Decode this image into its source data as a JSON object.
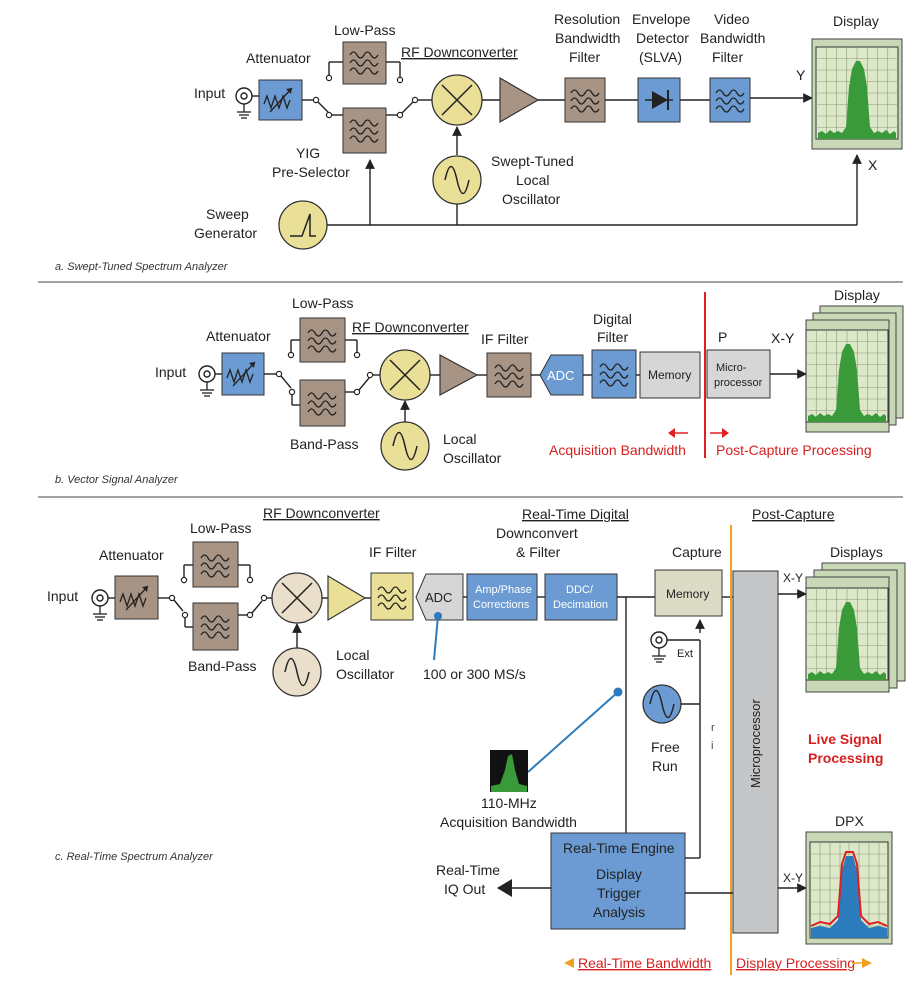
{
  "colors": {
    "blue_block": "#6b9bd2",
    "brown_block": "#a89484",
    "yellow_block": "#e9df96",
    "gray_block": "#d6d6d6",
    "display_bg": "#dde8c8",
    "display_trace": "#3a9a3a",
    "red": "#e02020",
    "orange": "#f0a020",
    "line": "#222222",
    "teal_line": "#2b7bbd"
  },
  "section_a": {
    "caption": "a. Swept-Tuned Spectrum Analyzer",
    "input": "Input",
    "attenuator": "Attenuator",
    "low_pass": "Low-Pass",
    "yig": "YIG",
    "preselector": "Pre-Selector",
    "rf_downconverter": "RF Downconverter",
    "rbw": [
      "Resolution",
      "Bandwidth",
      "Filter"
    ],
    "envelope": [
      "Envelope",
      "Detector",
      "(SLVA)"
    ],
    "vbw": [
      "Video",
      "Bandwidth",
      "Filter"
    ],
    "display": "Display",
    "y_axis": "Y",
    "x_axis": "X",
    "swept_lo": [
      "Swept-Tuned",
      "Local",
      "Oscillator"
    ],
    "sweep_gen": [
      "Sweep",
      "Generator"
    ]
  },
  "section_b": {
    "caption": "b. Vector Signal Analyzer",
    "input": "Input",
    "attenuator": "Attenuator",
    "low_pass": "Low-Pass",
    "band_pass": "Band-Pass",
    "rf_downconverter": "RF Downconverter",
    "if_filter": "IF Filter",
    "adc": "ADC",
    "digital_filter": [
      "Digital",
      "Filter"
    ],
    "memory": "Memory",
    "p": "P",
    "micro": [
      "Micro-",
      "processor"
    ],
    "xy": "X-Y",
    "display": "Display",
    "local_osc": [
      "Local",
      "Oscillator"
    ],
    "acq_bw": "Acquisition Bandwidth",
    "post_capture": "Post-Capture Processing"
  },
  "section_c": {
    "caption": "c. Real-Time Spectrum Analyzer",
    "input": "Input",
    "attenuator": "Attenuator",
    "low_pass": "Low-Pass",
    "band_pass": "Band-Pass",
    "rf_downconverter": "RF Downconverter",
    "if_filter": "IF Filter",
    "adc": "ADC",
    "rt_digital": [
      "Real-Time Digital",
      "Downconvert",
      "& Filter"
    ],
    "amp_phase": [
      "Amp/Phase",
      "Corrections"
    ],
    "ddc": [
      "DDC/",
      "Decimation"
    ],
    "capture": "Capture",
    "memory": "Memory",
    "post_capture": "Post-Capture",
    "microprocessor": "Microprocessor",
    "xy_top": "X-Y",
    "displays": "Displays",
    "ext": "Ext",
    "local_osc": [
      "Local",
      "Oscillator"
    ],
    "sample_rate": "100 or 300 MS/s",
    "free_run": [
      "Free",
      "Run"
    ],
    "trig_letters": [
      "r",
      "i"
    ],
    "live_signal": [
      "Live Signal",
      "Processing"
    ],
    "bw_label": [
      "110-MHz",
      "Acquisition Bandwidth"
    ],
    "rte": [
      "Real-Time Engine",
      "Display",
      "Trigger",
      "Analysis"
    ],
    "rt_iq": [
      "Real-Time",
      "IQ Out"
    ],
    "dpx": "DPX",
    "xy_bottom": "X-Y",
    "rt_bw": "Real-Time Bandwidth",
    "display_processing": "Display Processing"
  }
}
